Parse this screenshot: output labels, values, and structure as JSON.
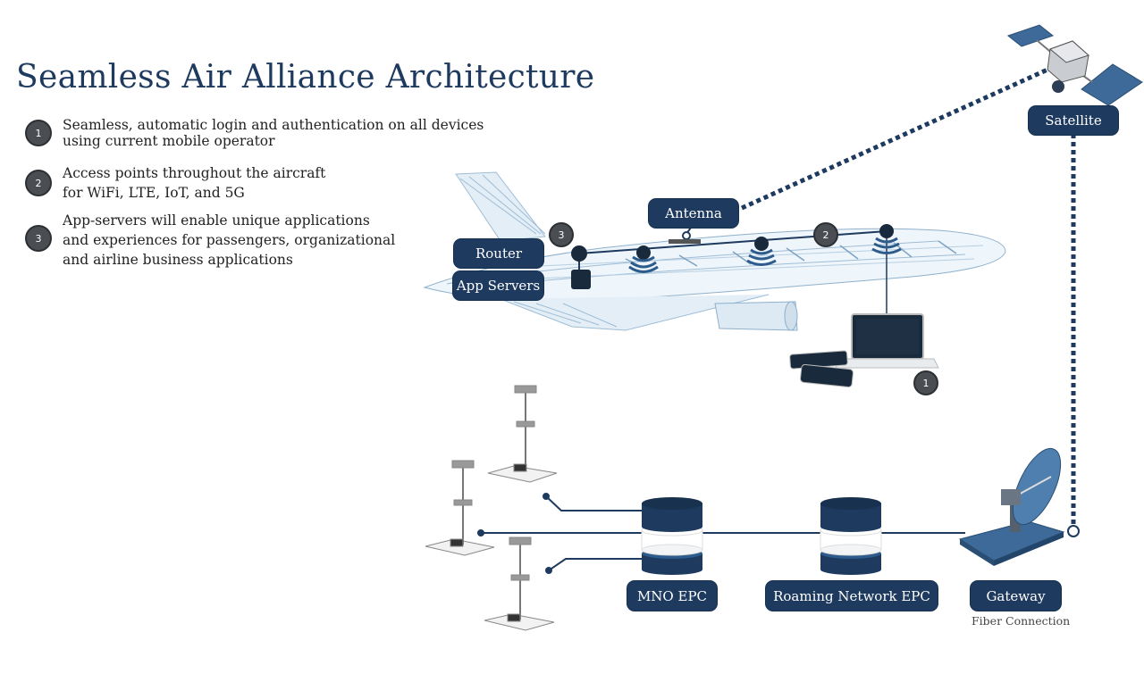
{
  "title": "Seamless Air Alliance Architecture",
  "bullets": [
    {
      "num": "1",
      "lines": [
        "Seamless, automatic login and authentication on all devices",
        "using current mobile operator"
      ]
    },
    {
      "num": "2",
      "lines": [
        "Access points throughout the aircraft",
        "for WiFi, LTE, IoT, and 5G"
      ]
    },
    {
      "num": "3",
      "lines": [
        "App-servers will enable unique applications",
        "and experiences for passengers, organizational",
        "and airline business  applications"
      ]
    }
  ],
  "labels": {
    "satellite": "Satellite",
    "antenna": "Antenna",
    "router": "Router",
    "app_servers": "App Servers",
    "mno_epc": "MNO EPC",
    "roaming_epc": "Roaming Network EPC",
    "gateway": "Gateway",
    "fiber_caption": "Fiber Connection"
  },
  "badges": {
    "router_badge": "3",
    "access_point_badge": "2",
    "devices_badge": "1"
  },
  "colors": {
    "navy": "#1e3a5f",
    "badge_gray": "#4a4d52",
    "aircraft_wireframe": "#9fbdd6"
  }
}
